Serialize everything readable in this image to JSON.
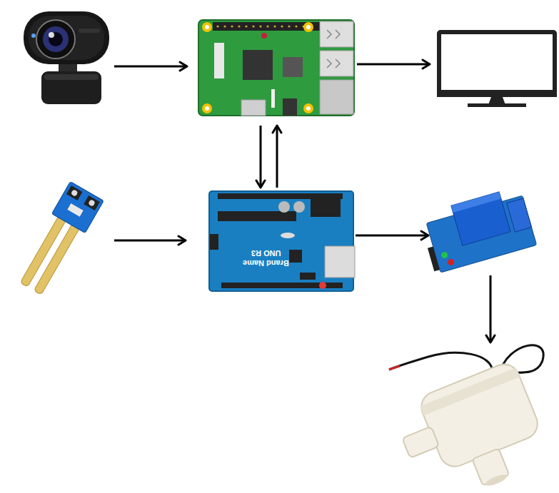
{
  "diagram": {
    "nodes": [
      {
        "text": []
      },
      {
        "text": []
      },
      {
        "text": []
      },
      {
        "text": []
      },
      {
        "text": [
          "UNO R3",
          "Brand Name"
        ]
      },
      {
        "text": []
      },
      {
        "text": []
      }
    ],
    "edges": [
      {
        "from": 0,
        "to": 1,
        "arrow": "to"
      },
      {
        "from": 1,
        "to": 2,
        "arrow": "to"
      },
      {
        "from": 1,
        "to": 4,
        "arrow": "to"
      },
      {
        "from": 4,
        "to": 1,
        "arrow": "to"
      },
      {
        "from": 3,
        "to": 4,
        "arrow": "to"
      },
      {
        "from": 4,
        "to": 5,
        "arrow": "to"
      },
      {
        "from": 5,
        "to": 6,
        "arrow": "to"
      }
    ]
  }
}
